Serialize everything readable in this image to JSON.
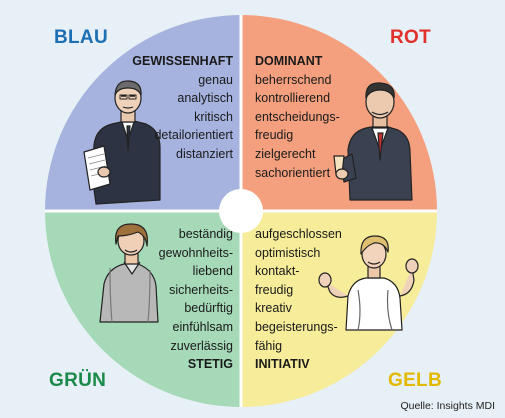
{
  "colors": {
    "blau": "#a6b3df",
    "rot": "#f4a07f",
    "gruen": "#a6d9b8",
    "gelb": "#f6ec99",
    "label_blau": "#1d6fb3",
    "label_rot": "#e0322a",
    "label_gruen": "#1b8a4a",
    "label_gelb": "#e2b800"
  },
  "labels": {
    "blau": "BLAU",
    "rot": "ROT",
    "gruen": "GRÜN",
    "gelb": "GELB"
  },
  "quadrants": {
    "blau": {
      "title": "GEWISSENHAFT",
      "traits": [
        "genau",
        "analytisch",
        "kritisch",
        "detailorientiert",
        "distanziert"
      ]
    },
    "rot": {
      "title": "DOMINANT",
      "traits": [
        "beherrschend",
        "kontrollierend",
        "entscheidungs-",
        "freudig",
        "zielgerecht",
        "sachorientiert"
      ]
    },
    "gruen": {
      "traits": [
        "beständig",
        "gewohnheits-",
        "liebend",
        "sicherheits-",
        "bedürftig",
        "einfühlsam",
        "zuverlässig"
      ],
      "title": "STETIG"
    },
    "gelb": {
      "traits": [
        "aufgeschlossen",
        "optimistisch",
        "kontakt-",
        "freudig",
        "kreativ",
        "begeisterungs-",
        "fähig"
      ],
      "title": "INITIATIV"
    }
  },
  "source": "Quelle: Insights MDI",
  "icons": [
    "man-with-papers-icon",
    "man-with-glass-icon",
    "woman-icon",
    "woman-gesturing-icon"
  ]
}
